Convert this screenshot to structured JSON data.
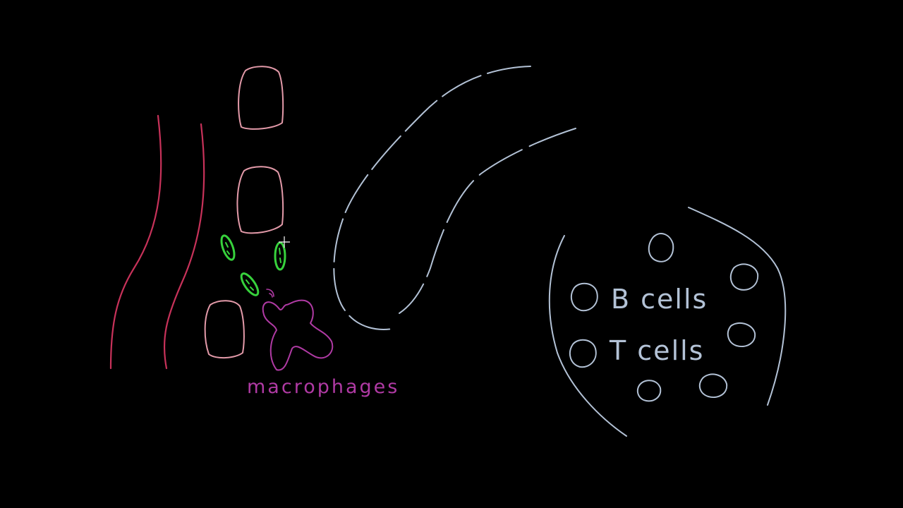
{
  "labels": {
    "macrophages": "macrophages",
    "b_cells": "B cells",
    "t_cells": "T cells"
  },
  "colors": {
    "background": "#000000",
    "vessel": "#c8325a",
    "tissue_cell": "#e39aa9",
    "bacteria": "#37d23c",
    "macrophage": "#b03aa4",
    "lymph": "#b3c2d6"
  },
  "icons": {
    "cursor": "crosshair-cursor-icon"
  }
}
